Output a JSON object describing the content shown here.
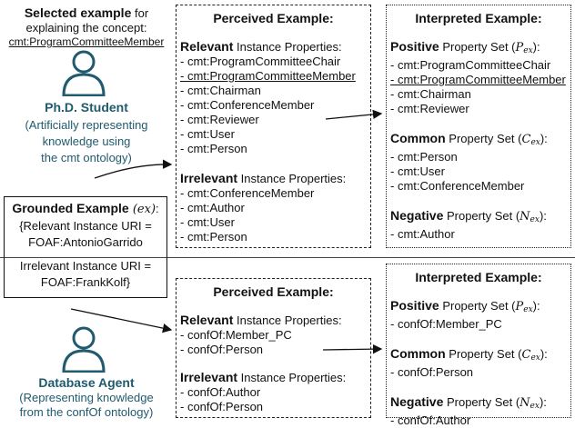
{
  "left": {
    "selected": {
      "bold": "Selected example",
      "rest": " for",
      "line2": "explaining the concept:",
      "concept": "cmt:ProgramCommitteeMember"
    },
    "student": {
      "title": "Ph.D. Student",
      "desc1": "(Artificially representing",
      "desc2": "knowledge using",
      "desc3": "the cmt ontology)"
    },
    "grounded": {
      "title": "Grounded Example",
      "var": "(ex)",
      "colon": ":",
      "l1": "{Relevant Instance URI =",
      "l2": "FOAF:AntonioGarrido",
      "l3": "Irrelevant Instance URI =",
      "l4": "FOAF:FrankKolf}"
    },
    "agent": {
      "title": "Database Agent",
      "desc1": "(Representing knowledge",
      "desc2": "from the confOf ontology)"
    }
  },
  "top": {
    "perceived": {
      "title": "Perceived Example:",
      "relevant_bold": "Relevant",
      "relevant_rest": " Instance Properties:",
      "relevant_items": [
        "- cmt:ProgramCommitteeChair",
        "- cmt:ProgramCommitteeMember",
        "- cmt:Chairman",
        "- cmt:ConferenceMember",
        "- cmt:Reviewer",
        "- cmt:User",
        "- cmt:Person"
      ],
      "irrelevant_bold": "Irrelevant",
      "irrelevant_rest": " Instance Properties:",
      "irrelevant_items": [
        "- cmt:ConferenceMember",
        "- cmt:Author",
        "- cmt:User",
        "- cmt:Person"
      ]
    },
    "interpreted": {
      "title": "Interpreted Example:",
      "positive_bold": "Positive",
      "positive_rest": " Property Set (",
      "positive_var": "P",
      "positive_sub": "ex",
      "positive_items": [
        "- cmt:ProgramCommitteeChair",
        "- cmt:ProgramCommitteeMember",
        "- cmt:Chairman",
        "- cmt:Reviewer"
      ],
      "common_bold": "Common",
      "common_rest": " Property Set (",
      "common_var": "C",
      "common_sub": "ex",
      "common_items": [
        "- cmt:Person",
        "- cmt:User",
        "- cmt:ConferenceMember"
      ],
      "negative_bold": "Negative",
      "negative_rest": " Property Set (",
      "negative_var": "N",
      "negative_sub": "ex",
      "negative_items": [
        "- cmt:Author"
      ],
      "close": "):"
    }
  },
  "bottom": {
    "perceived": {
      "title": "Perceived Example:",
      "relevant_bold": "Relevant",
      "relevant_rest": " Instance Properties:",
      "relevant_items": [
        "- confOf:Member_PC",
        "- confOf:Person"
      ],
      "irrelevant_bold": "Irrelevant",
      "irrelevant_rest": " Instance Properties:",
      "irrelevant_items": [
        "- confOf:Author",
        "- confOf:Person"
      ]
    },
    "interpreted": {
      "title": "Interpreted Example:",
      "positive_items": [
        "- confOf:Member_PC"
      ],
      "common_items": [
        "- confOf:Person"
      ],
      "negative_items": [
        "- confOf:Author"
      ]
    }
  },
  "colors": {
    "icon": "#1f5a6e",
    "text": "#111111"
  }
}
